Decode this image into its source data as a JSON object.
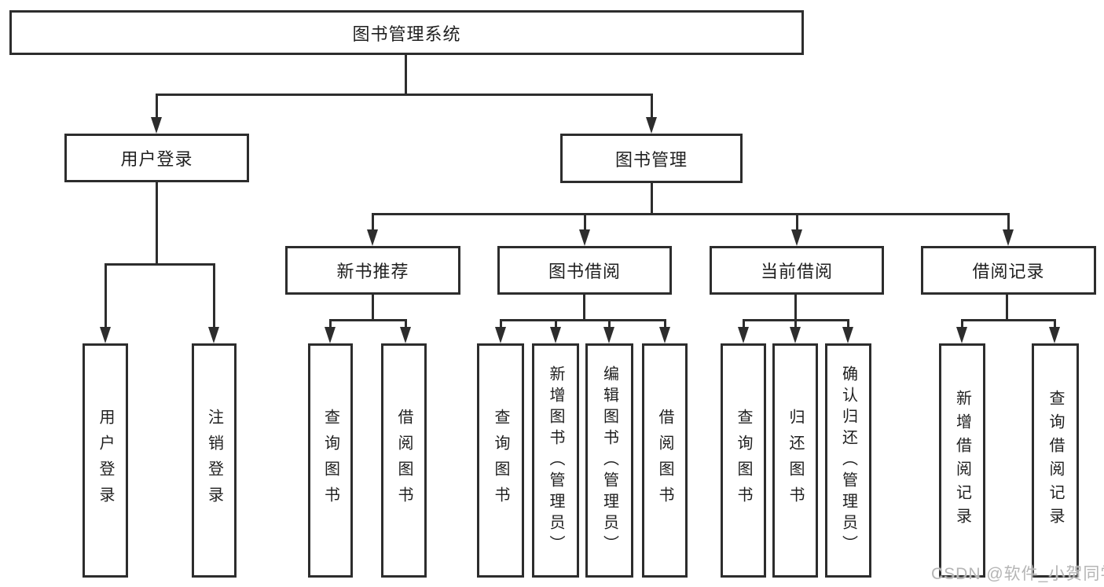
{
  "diagram": {
    "root": {
      "label": "图书管理系统",
      "children": [
        {
          "label": "用户登录",
          "children": [
            {
              "label": "用户登录"
            },
            {
              "label": "注销登录"
            }
          ]
        },
        {
          "label": "图书管理",
          "children": [
            {
              "label": "新书推荐",
              "children": [
                {
                  "label": "查询图书"
                },
                {
                  "label": "借阅图书"
                }
              ]
            },
            {
              "label": "图书借阅",
              "children": [
                {
                  "label": "查询图书"
                },
                {
                  "label": "新增图书（管理员）"
                },
                {
                  "label": "编辑图书（管理员）"
                },
                {
                  "label": "借阅图书"
                }
              ]
            },
            {
              "label": "当前借阅",
              "children": [
                {
                  "label": "查询图书"
                },
                {
                  "label": "归还图书"
                },
                {
                  "label": "确认归还（管理员）"
                }
              ]
            },
            {
              "label": "借阅记录",
              "children": [
                {
                  "label": "新增借阅记录"
                },
                {
                  "label": "查询借阅记录"
                }
              ]
            }
          ]
        }
      ]
    }
  },
  "watermark": {
    "text": "CSDN @软件_小贺同学"
  },
  "colors": {
    "line": "#2d2d2d",
    "text": "#1f1f1f",
    "background": "#ffffff",
    "watermark": "#b5b5b5"
  }
}
